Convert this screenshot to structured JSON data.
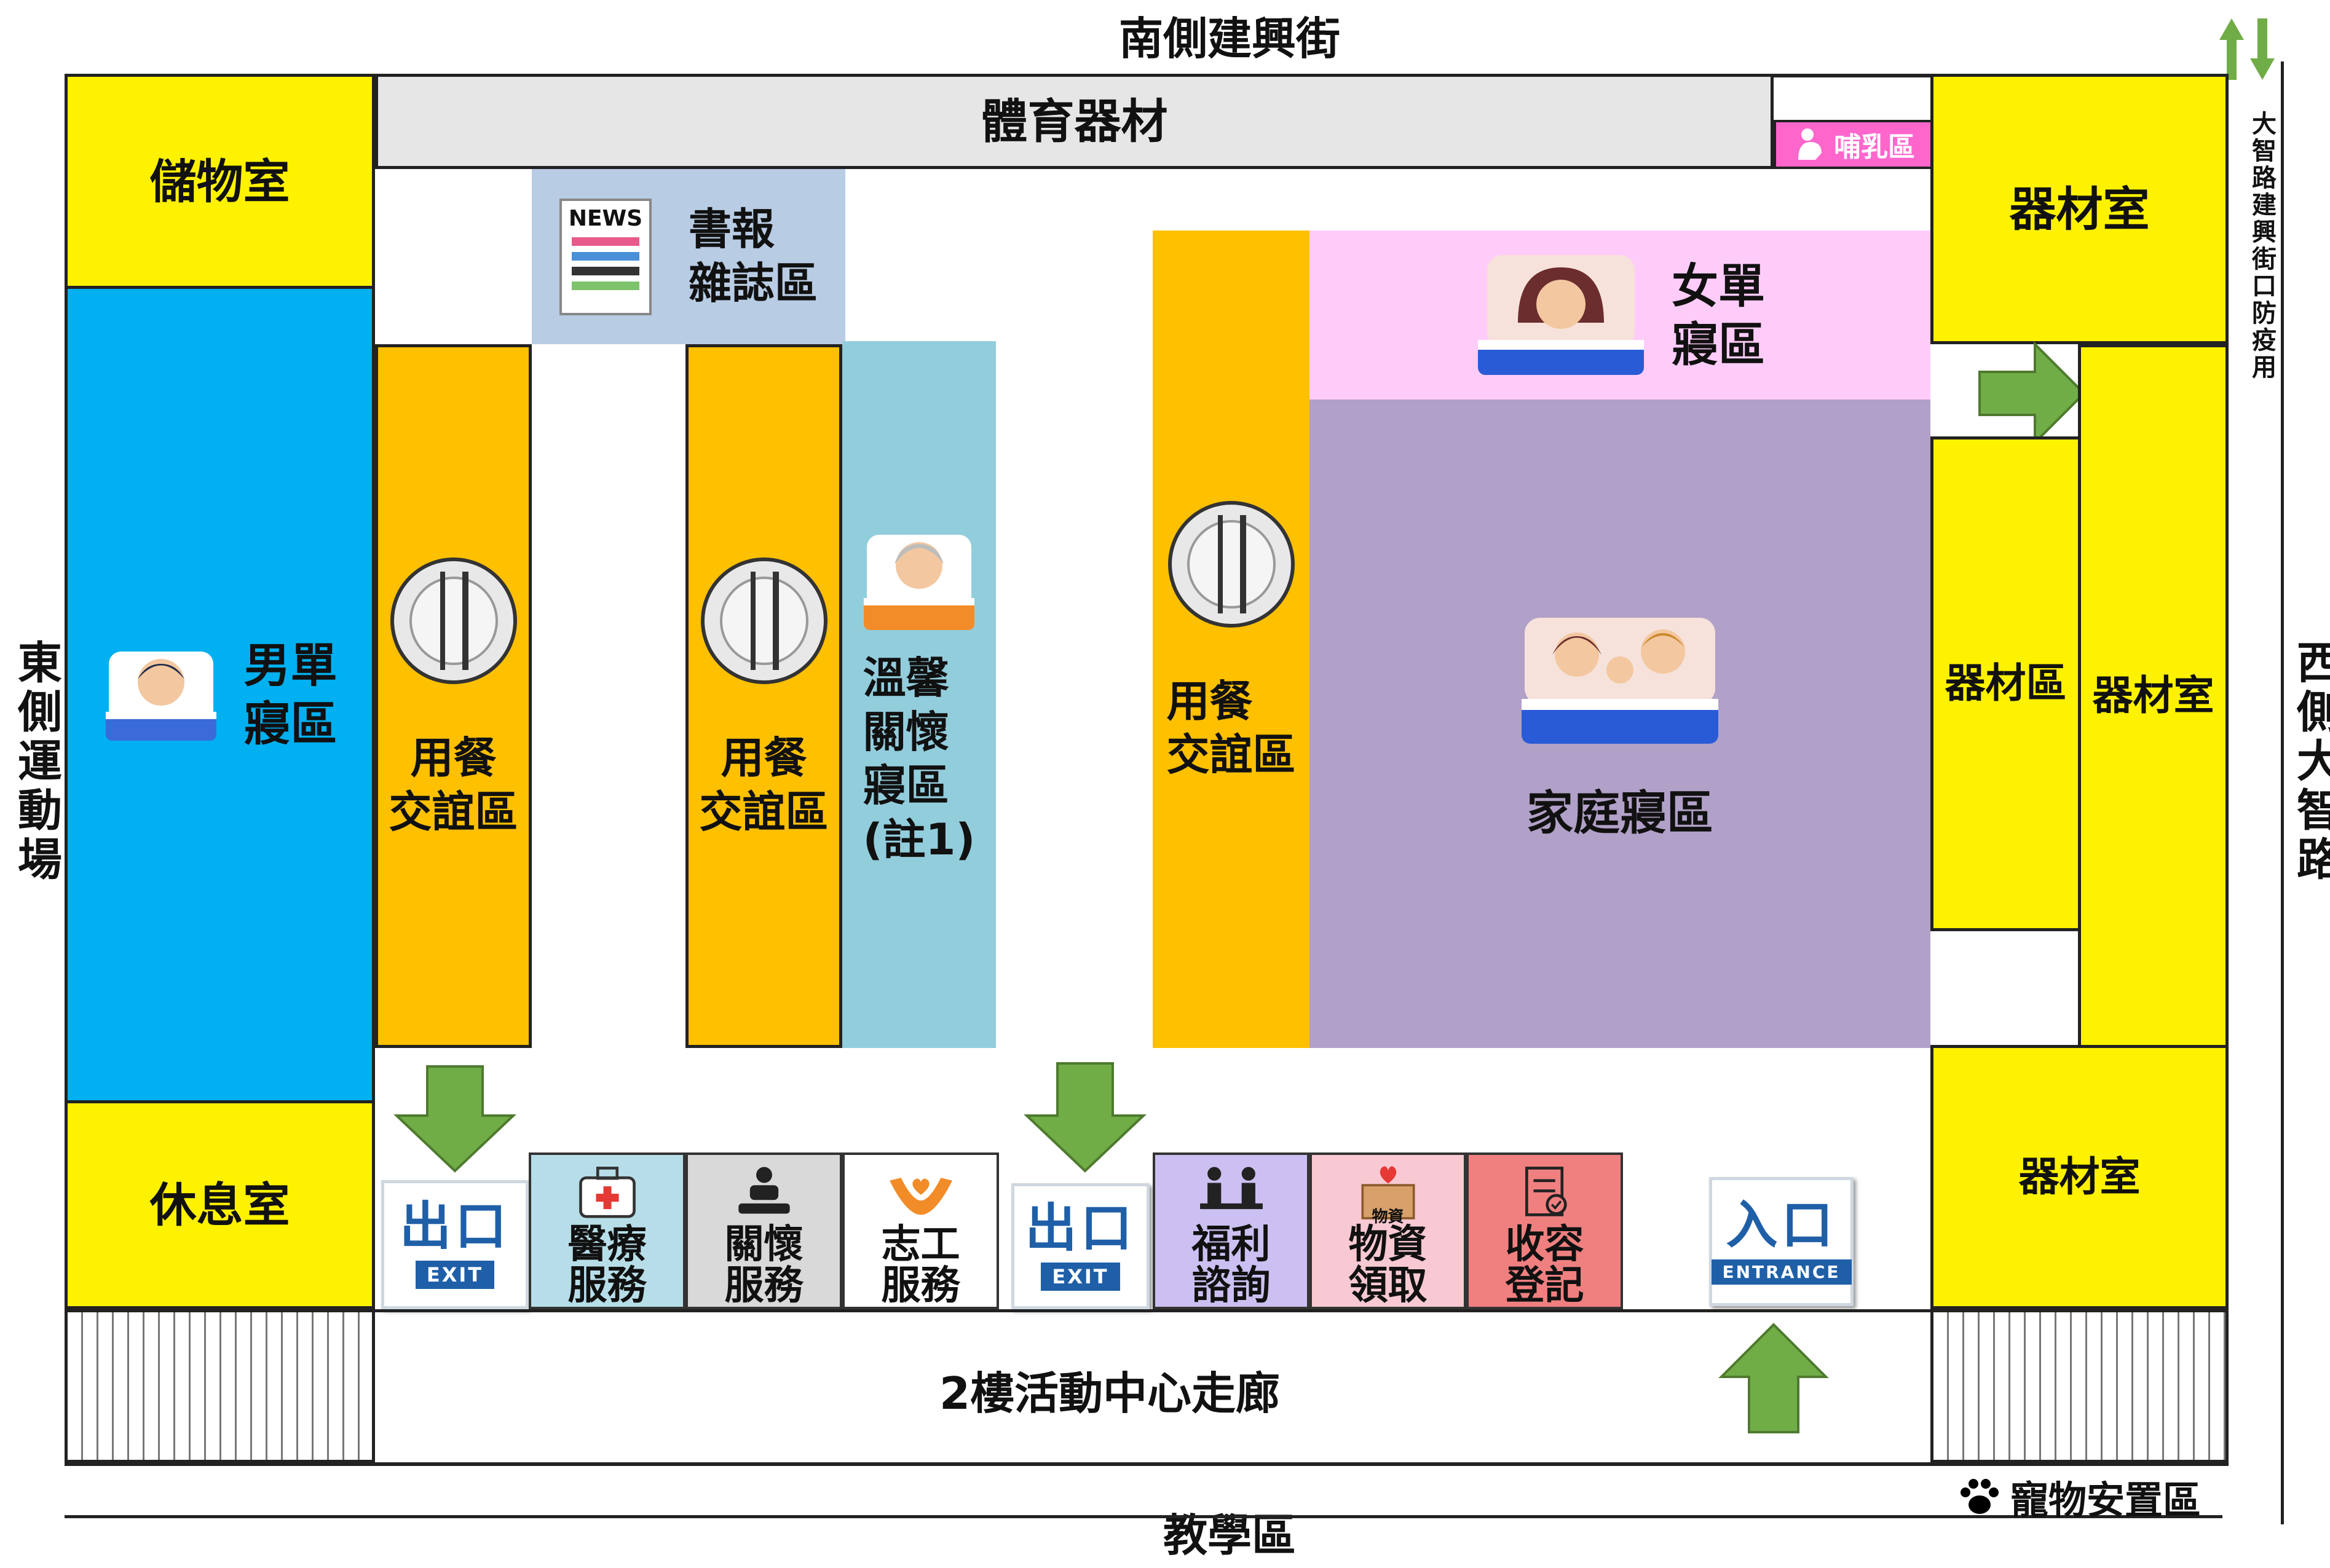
{
  "streets": {
    "north": "南側建興街",
    "south": "教學區",
    "west": "東側運動場",
    "east": "西側大智路",
    "east_note": "大智路建興街口防疫用"
  },
  "rooms": {
    "storage": "儲物室",
    "sports_equipment": "體育器材",
    "nursing": "哺乳區",
    "equipment_room_top": "器材室",
    "equipment_room_mid": "器材室",
    "equipment_area": "器材區",
    "equipment_room_bottom": "器材室",
    "male_sleep": "男單\n寢區",
    "dining_1": "用餐\n交誼區",
    "dining_2": "用餐\n交誼區",
    "dining_3": "用餐\n交誼區",
    "reading": "書報\n雜誌區",
    "elder_care": "溫馨\n關懷\n寢區\n(註1)",
    "female_sleep": "女單\n寢區",
    "family_sleep": "家庭寢區",
    "rest_room": "休息室",
    "corridor": "2樓活動中心走廊",
    "pet_area": "寵物安置區"
  },
  "services": [
    {
      "label": "醫療\n服務",
      "color": "#B7DEE8",
      "icon": "medical-kit-icon"
    },
    {
      "label": "關懷\n服務",
      "color": "#D9D9D9",
      "icon": "care-icon"
    },
    {
      "label": "志工\n服務",
      "color": "#FFFFFF",
      "icon": "volunteer-hands-icon"
    },
    {
      "label": "福利\n諮詢",
      "color": "#CCC0F2",
      "icon": "consultation-icon"
    },
    {
      "label": "物資\n領取",
      "color": "#F8C9D2",
      "icon": "supplies-box-icon"
    },
    {
      "label": "收容\n登記",
      "color": "#F08080",
      "icon": "registration-icon"
    }
  ],
  "signs": {
    "exit_kanji": "出口",
    "exit_en": "EXIT",
    "entrance_kanji": "入口",
    "entrance_en": "ENTRANCE",
    "news": "NEWS",
    "supplies_tag": "物資"
  },
  "colors": {
    "yellow": "#FFF200",
    "orange": "#FFC000",
    "blue": "#00B0F0",
    "purple": "#B1A0C7",
    "pink": "#FFCCF9",
    "arrow_green": "#70AD47"
  }
}
